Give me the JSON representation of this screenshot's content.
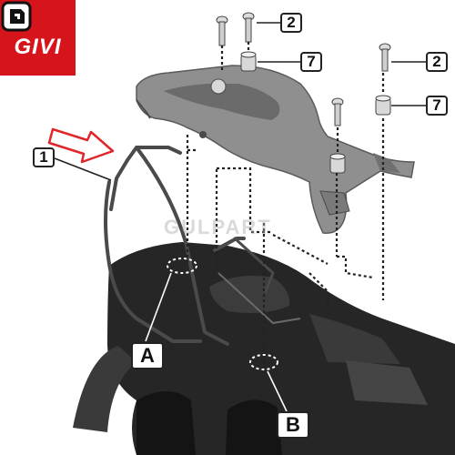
{
  "brand": {
    "logo_text": "GIVI",
    "logo_color": "#d5141c"
  },
  "watermark": {
    "text": "GULPART"
  },
  "callouts": {
    "part_1": "1",
    "part_2a": "2",
    "part_7a": "7",
    "part_2b": "2",
    "part_7b": "7",
    "point_a": "A",
    "point_b": "B"
  },
  "colors": {
    "accent_arrow": "#e0262a",
    "line": "#222222",
    "rack": "#8f8f8f",
    "vehicle": "#262626"
  },
  "icons": {
    "corner_badge": "gear-badge-icon"
  }
}
